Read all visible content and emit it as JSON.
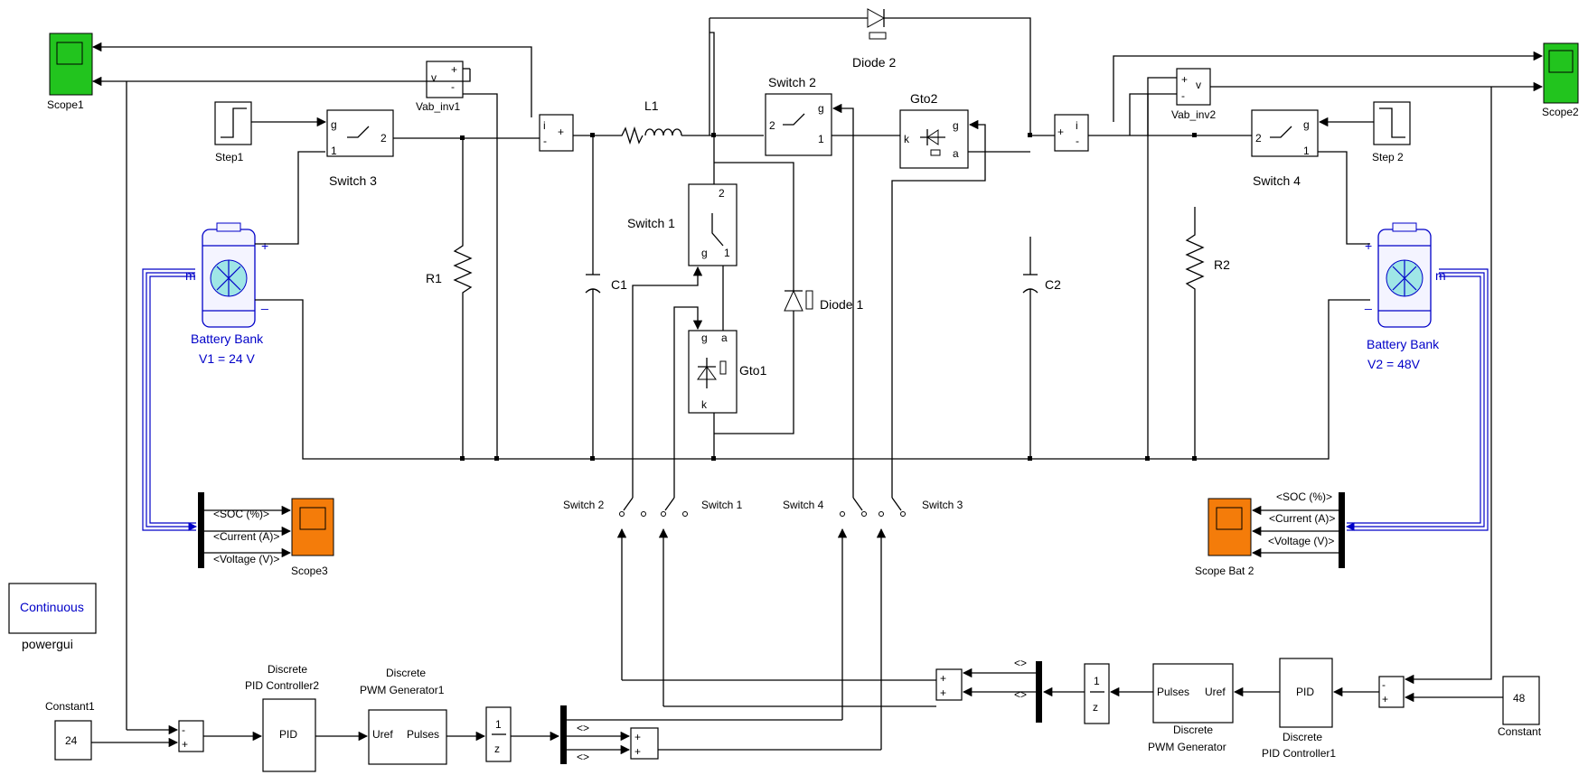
{
  "diagram": {
    "scopes": {
      "scope1": "Scope1",
      "scope2": "Scope2",
      "scope3": "Scope3",
      "scope_bat2": "Scope Bat 2"
    },
    "sources": {
      "step1": "Step1",
      "step2": "Step 2",
      "constant1_label": "Constant1",
      "constant1_value": "24",
      "constant_label": "Constant",
      "constant_value": "48"
    },
    "measurement": {
      "vab_inv1": "Vab_inv1",
      "vab_inv2": "Vab_inv2",
      "v": "v",
      "i": "i",
      "plus": "+",
      "minus": "-"
    },
    "power": {
      "l1": "L1",
      "r1": "R1",
      "r2": "R2",
      "c1": "C1",
      "c2": "C2",
      "diode1": "Diode 1",
      "diode2": "Diode 2",
      "gto1": "Gto1",
      "gto2": "Gto2",
      "switch1": "Switch 1",
      "switch2": "Switch 2",
      "switch3": "Switch 3",
      "switch4": "Switch 4",
      "port_g": "g",
      "port_1": "1",
      "port_2": "2",
      "port_k": "k",
      "port_a": "a",
      "port_m": "m"
    },
    "batteries": {
      "bank1_line1": "Battery Bank",
      "bank1_line2": "V1 = 24 V",
      "bank2_line1": "Battery Bank",
      "bank2_line2": "V2 = 48V",
      "plus": "+",
      "minus": "_"
    },
    "bus_signals": [
      "<SOC (%)>",
      "<Current (A)>",
      "<Voltage (V)>"
    ],
    "manual_switches": {
      "sw2": "Switch 2",
      "sw1": "Switch 1",
      "sw4": "Switch 4",
      "sw3": "Switch 3"
    },
    "controllers": {
      "pid_text": "PID",
      "pid2_line1": "Discrete",
      "pid2_line2": "PID Controller2",
      "pid1_line1": "Discrete",
      "pid1_line2": "PID Controller1",
      "pwm1_line1": "Discrete",
      "pwm1_line2": "PWM Generator1",
      "pwm_line1": "Discrete",
      "pwm_line2": "PWM Generator",
      "uref": "Uref",
      "pulses": "Pulses",
      "delay_num": "1",
      "delay_den": "z",
      "demux_sym": "<>"
    },
    "powergui": {
      "mode": "Continuous",
      "label": "powergui"
    }
  }
}
